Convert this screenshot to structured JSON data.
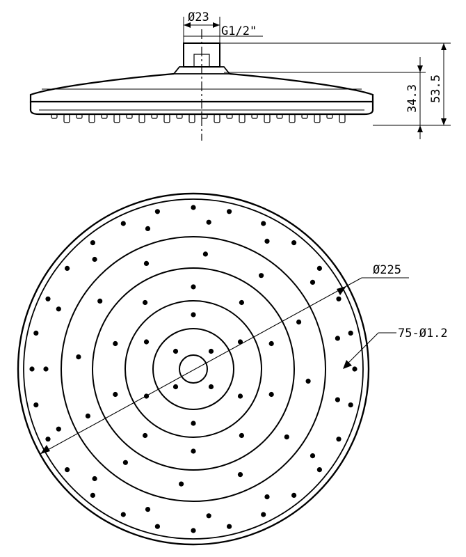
{
  "diagram": {
    "side_view": {
      "neck_diameter": "Ø23",
      "thread": "G1/2\"",
      "height_body": "34.3",
      "height_total": "53.5"
    },
    "top_view": {
      "face_diameter": "Ø225",
      "nozzles": "75-Ø1.2",
      "nozzle_count": 75,
      "ring_counts": [
        4,
        6,
        10,
        12,
        15,
        28
      ]
    },
    "colors": {
      "line": "#000000",
      "background": "#ffffff"
    }
  }
}
